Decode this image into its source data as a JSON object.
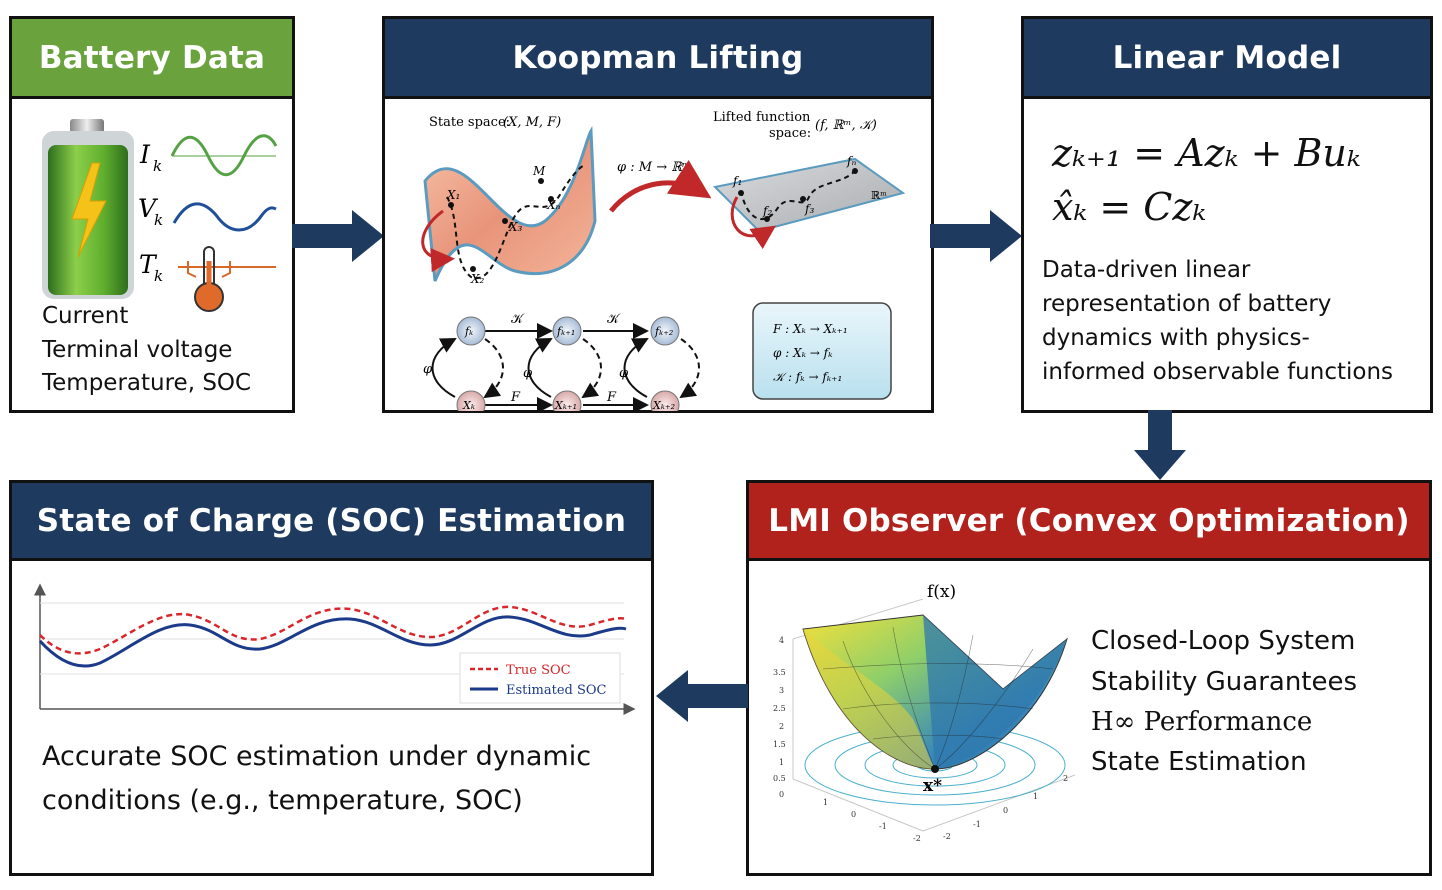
{
  "panels": {
    "battery": {
      "title": "Battery Data",
      "signals": [
        "I",
        "V",
        "T"
      ],
      "signal_sub": "k",
      "lines": [
        "Current",
        "Terminal voltage",
        "Temperature, SOC"
      ]
    },
    "koopman": {
      "title": "Koopman Lifting",
      "state_space_label": "State space:",
      "state_space_tuple": "(X, M, F)",
      "lifted_label_1": "Lifted function",
      "lifted_label_2": "space:",
      "lifted_tuple": "(f, ℝᵐ, 𝒦)",
      "map_label": "φ : M → ℝᵐ",
      "manifold_labels": [
        "X₁",
        "X₃",
        "Xₙ",
        "X₂",
        "M"
      ],
      "lifted_labels": [
        "f₁",
        "f₂",
        "f₃",
        "fₙ",
        "ℝᵐ"
      ],
      "chain_top": [
        "fₖ",
        "fₖ₊₁",
        "fₖ₊₂"
      ],
      "chain_bottom": [
        "Xₖ",
        "Xₖ₊₁",
        "Xₖ₊₂"
      ],
      "chain_K": "𝒦",
      "chain_F": "F",
      "chain_phi": "φ",
      "defs": [
        "F : Xₖ → Xₖ₊₁",
        "φ : Xₖ → fₖ",
        "𝒦 : fₖ → fₖ₊₁"
      ]
    },
    "linear": {
      "title": "Linear Model",
      "eq1": "zₖ₊₁ = Azₖ + Buₖ",
      "eq2": "x̂ₖ = Czₖ",
      "desc_lines": [
        "Data-driven linear",
        "representation of battery",
        "dynamics with physics-",
        "informed observable functions"
      ]
    },
    "lmi": {
      "title": "LMI Observer (Convex Optimization)",
      "func_label": "f(x)",
      "min_label": "x*",
      "lines": [
        "Closed-Loop System",
        "Stability Guarantees",
        "H∞ Performance",
        "State Estimation"
      ]
    },
    "soc": {
      "title": "State of Charge (SOC) Estimation",
      "legend": [
        "True SOC",
        "Estimated SOC"
      ],
      "desc_lines": [
        "Accurate SOC estimation under dynamic",
        "conditions (e.g., temperature, SOC)"
      ]
    }
  },
  "colors": {
    "green_header": "#6aa33e",
    "navy_header": "#1f3a5f",
    "red_header": "#b2221c",
    "arrow": "#1f3a5f",
    "true_soc": "#d9262b",
    "estimated_soc": "#1c3a8a"
  },
  "icons": [
    "battery-icon",
    "thermometer-icon",
    "flow-arrow-icon"
  ]
}
